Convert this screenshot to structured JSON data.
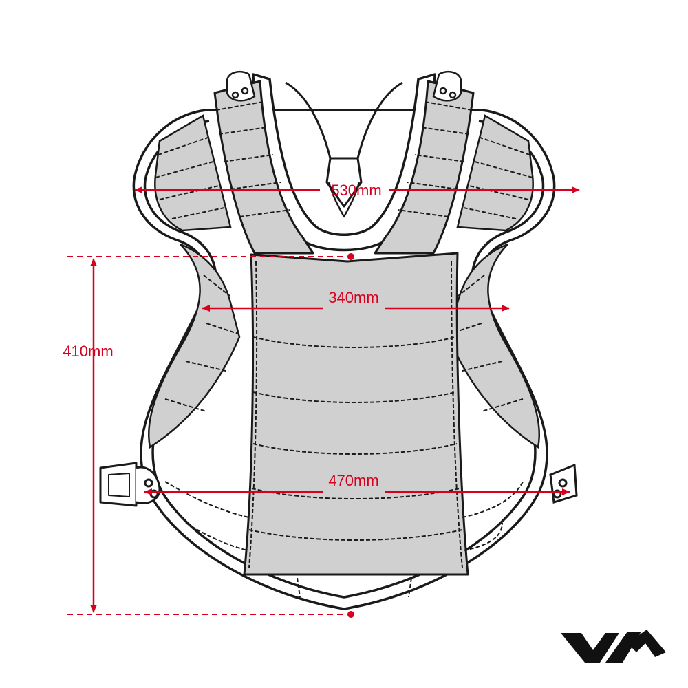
{
  "dimensions": {
    "shoulder_width": "530mm",
    "chest_width": "340mm",
    "waist_width": "470mm",
    "height": "410mm"
  },
  "colors": {
    "outline": "#1a1a1a",
    "padding_gray": "#d0d0d0",
    "dimension_red": "#d7001e",
    "background": "#ffffff"
  },
  "icons": {
    "brand_logo": "hatakeyama-logo",
    "side_buckle": "buckle-icon"
  }
}
